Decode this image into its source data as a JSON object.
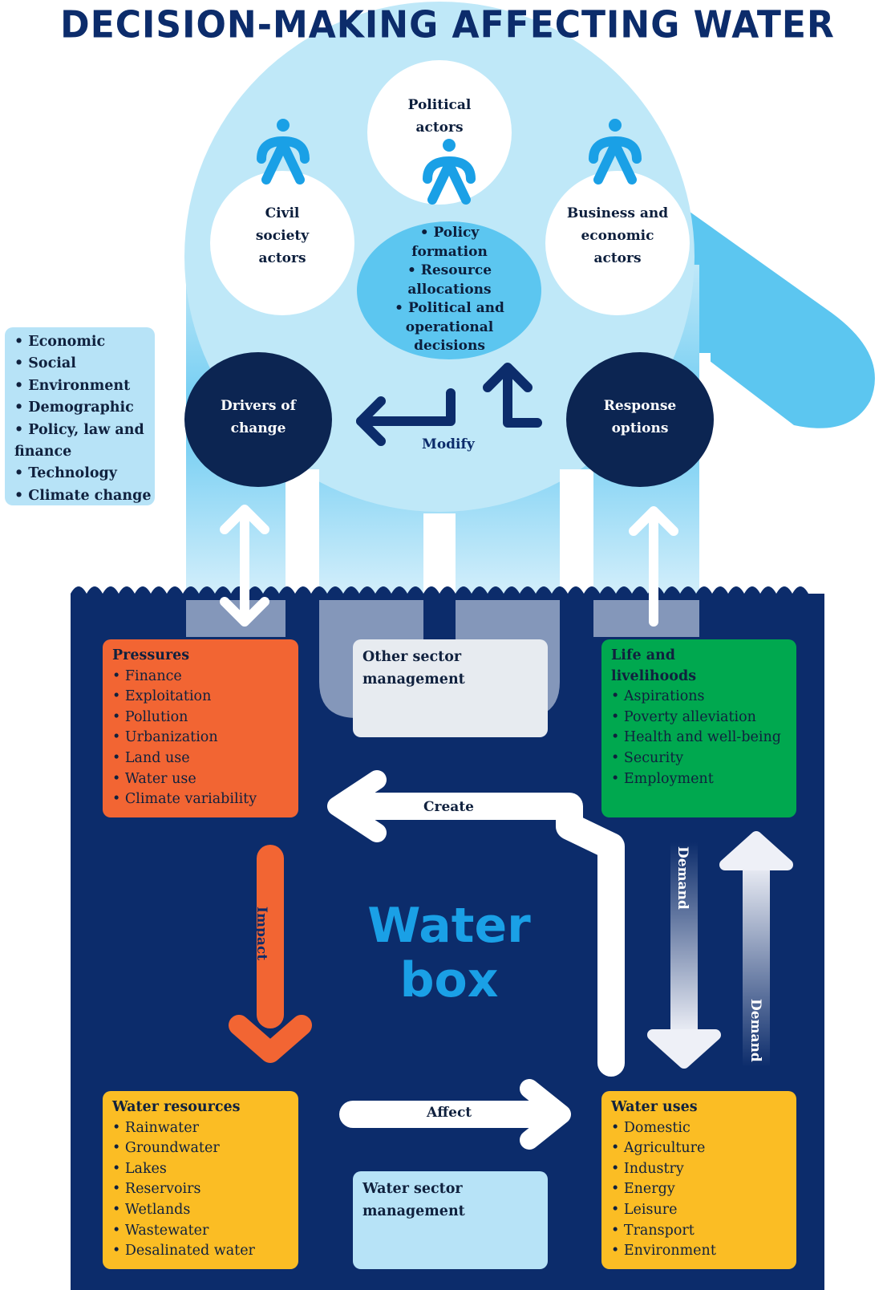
{
  "title": "DECISION-MAKING AFFECTING WATER",
  "actors": {
    "political": "Political actors",
    "civil": "Civil society actors",
    "business": "Business and economic actors"
  },
  "decisions": [
    "• Policy formation",
    "• Resource allocations",
    "• Political and operational decisions"
  ],
  "drivers": "Drivers of change",
  "response": "Response options",
  "modify": "Modify",
  "driver_list": [
    "Economic",
    "Social",
    "Environment",
    "Demographic",
    "Policy, law and finance",
    "Technology",
    "Climate change"
  ],
  "pressures": {
    "heading": "Pressures",
    "items": [
      "Finance",
      "Exploitation",
      "Pollution",
      "Urbanization",
      "Land use",
      "Water use",
      "Climate variability"
    ]
  },
  "other_sector": "Other sector management",
  "life": {
    "heading": "Life and livelihoods",
    "items": [
      "Aspirations",
      "Poverty alleviation",
      "Health and well-being",
      "Security",
      "Employment"
    ]
  },
  "create": "Create",
  "impact": "Impact",
  "demand": "Demand",
  "water_box": [
    "Water",
    "box"
  ],
  "affect": "Affect",
  "resources": {
    "heading": "Water resources",
    "items": [
      "Rainwater",
      "Groundwater",
      "Lakes",
      "Reservoirs",
      "Wetlands",
      "Wastewater",
      "Desalinated water"
    ]
  },
  "water_sector": "Water sector management",
  "uses": {
    "heading": "Water uses",
    "items": [
      "Domestic",
      "Agriculture",
      "Industry",
      "Energy",
      "Leisure",
      "Transport",
      "Environment"
    ]
  },
  "colors": {
    "navy": "#0c2c6b",
    "light_blue": "#bfe8f8",
    "sky": "#5cc6f0",
    "icon_blue": "#1aa0e6",
    "orange": "#f26533",
    "green": "#00a84f",
    "yellow": "#fbbd24",
    "dark_circle": "#0c2552"
  }
}
